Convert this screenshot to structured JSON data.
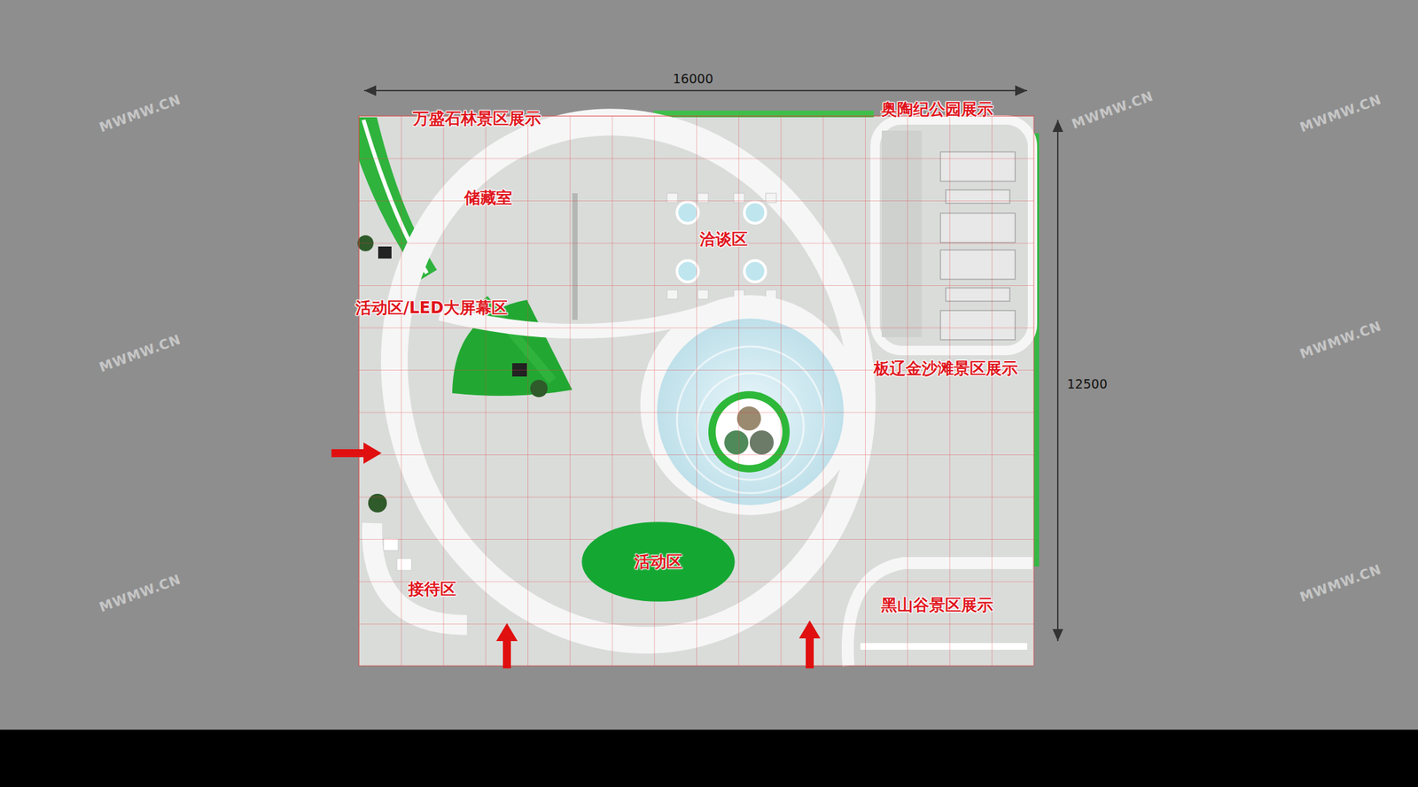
{
  "diagram": {
    "nodes": [
      {
        "text": [
          "活动区"
        ]
      }
    ],
    "labels": [
      "16000",
      "12500",
      "万盛石林景区展示",
      "奥陶纪公园展示",
      "储藏室",
      "洽谈区",
      "活动区/LED大屏幕区",
      "板辽金沙滩景区展示",
      "接待区",
      "黑山谷景区展示",
      "MWMW.CN",
      "MWMW.CN",
      "MWMW.CN",
      "MWMW.CN",
      "MWMW.CN",
      "MWMW.CN",
      "MWMW.CN"
    ]
  }
}
